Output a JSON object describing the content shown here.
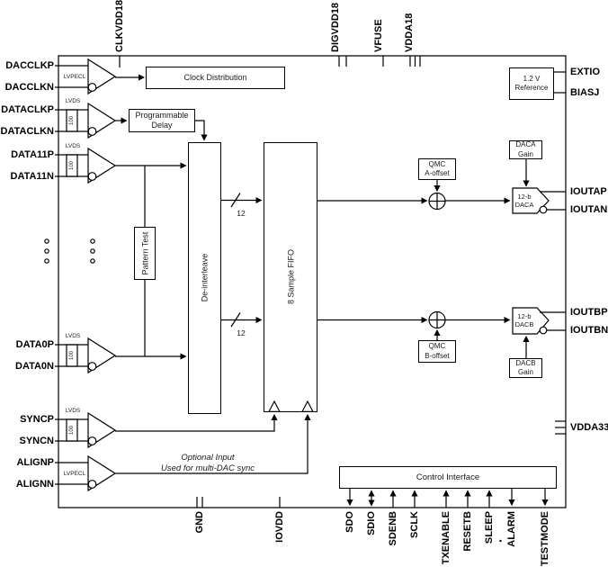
{
  "pins": {
    "top": [
      "CLKVDD18",
      "DIGVDD18",
      "VFUSE",
      "VDDA18"
    ],
    "left": [
      "DACCLKP",
      "DACCLKN",
      "DATACLKP",
      "DATACLKN",
      "DATA11P",
      "DATA11N",
      "DATA0P",
      "DATA0N",
      "SYNCP",
      "SYNCN",
      "ALIGNP",
      "ALIGNN"
    ],
    "right": [
      "EXTIO",
      "BIASJ",
      "IOUTAP",
      "IOUTAN",
      "IOUTBP",
      "IOUTBN",
      "VDDA33"
    ],
    "bottom": [
      "GND",
      "IOVDD",
      "SDO",
      "SDIO",
      "SDENB",
      "SCLK",
      "TXENABLE",
      "RESETB",
      "SLEEP",
      "ALARM",
      "TESTMODE"
    ]
  },
  "blocks": {
    "clock_distribution": "Clock Distribution",
    "programmable_delay": "Programmable\nDelay",
    "pattern_test": "Pattern Test",
    "deinterleave": "De-interleave",
    "fifo": "8 Sample FIFO",
    "qmc_a_offset": "QMC\nA-offset",
    "qmc_b_offset": "QMC\nB-offset",
    "daca_gain": "DACA\nGain",
    "dacb_gain": "DACB\nGain",
    "daca": "12-b\nDACA",
    "dacb": "12-b\nDACB",
    "reference": "1.2 V\nReference",
    "control_interface": "Control Interface"
  },
  "annotations": {
    "lvpecl": "LVPECL",
    "lvds": "LVDS",
    "termination": "100",
    "bus_width": "12",
    "sync_note": "Optional Input\nUsed for multi-DAC sync"
  },
  "colors": {
    "line": "#000000",
    "background": "#ffffff",
    "text": "#000000"
  }
}
